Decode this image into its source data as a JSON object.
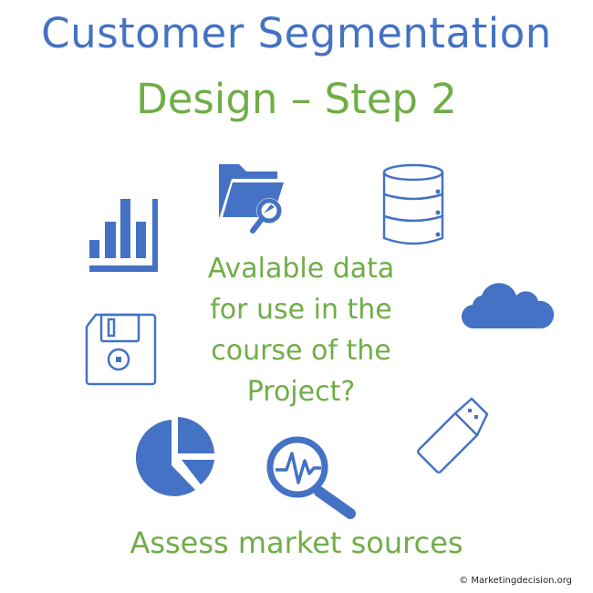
{
  "title": {
    "line1": "Customer Segmentation",
    "line2": "Design – Step 2"
  },
  "question": {
    "line1": "Avalable data",
    "line2": "for use in the",
    "line3": "course of the",
    "line4": "Project?"
  },
  "footer_text": "Assess market sources",
  "copyright": "© Marketingdecision.org",
  "colors": {
    "blue": "#4472C4",
    "green": "#70AD47"
  },
  "icons": [
    "bar-chart-icon",
    "folder-search-icon",
    "database-icon",
    "cloud-icon",
    "floppy-disk-icon",
    "pie-chart-icon",
    "magnifier-pulse-icon",
    "usb-drive-icon"
  ]
}
